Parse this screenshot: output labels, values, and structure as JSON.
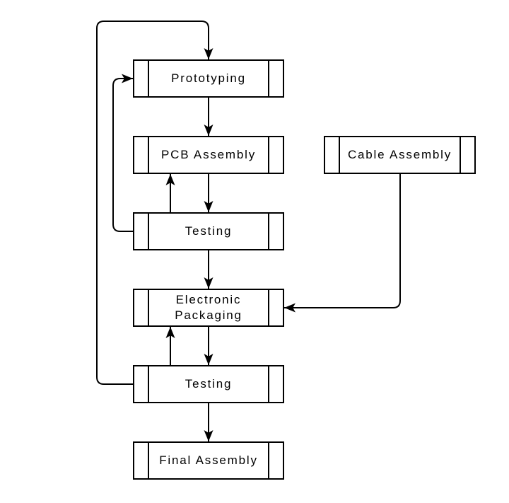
{
  "diagram": {
    "type": "flowchart",
    "background_color": "#ffffff",
    "line_color": "#000000",
    "text_color": "#000000",
    "node_fill_color": "#ffffff",
    "nodes": [
      {
        "id": "prototyping",
        "label": "Prototyping",
        "lines": [
          "Prototyping"
        ]
      },
      {
        "id": "pcb-assembly",
        "label": "PCB Assembly",
        "lines": [
          "PCB Assembly"
        ]
      },
      {
        "id": "cable-assembly",
        "label": "Cable Assembly",
        "lines": [
          "Cable Assembly"
        ]
      },
      {
        "id": "testing-1",
        "label": "Testing",
        "lines": [
          "Testing"
        ]
      },
      {
        "id": "electronic-packaging",
        "label": "Electronic Packaging",
        "lines": [
          "Electronic",
          "Packaging"
        ]
      },
      {
        "id": "testing-2",
        "label": "Testing",
        "lines": [
          "Testing"
        ]
      },
      {
        "id": "final-assembly",
        "label": "Final Assembly",
        "lines": [
          "Final Assembly"
        ]
      }
    ],
    "edges": [
      {
        "from": "prototyping",
        "to": "pcb-assembly",
        "kind": "forward"
      },
      {
        "from": "pcb-assembly",
        "to": "testing-1",
        "kind": "forward"
      },
      {
        "from": "testing-1",
        "to": "pcb-assembly",
        "kind": "feedback"
      },
      {
        "from": "testing-1",
        "to": "prototyping",
        "kind": "feedback"
      },
      {
        "from": "testing-1",
        "to": "electronic-packaging",
        "kind": "forward"
      },
      {
        "from": "cable-assembly",
        "to": "electronic-packaging",
        "kind": "forward"
      },
      {
        "from": "electronic-packaging",
        "to": "testing-2",
        "kind": "forward"
      },
      {
        "from": "testing-2",
        "to": "electronic-packaging",
        "kind": "feedback"
      },
      {
        "from": "testing-2",
        "to": "prototyping",
        "kind": "feedback"
      },
      {
        "from": "testing-2",
        "to": "final-assembly",
        "kind": "forward"
      }
    ]
  }
}
